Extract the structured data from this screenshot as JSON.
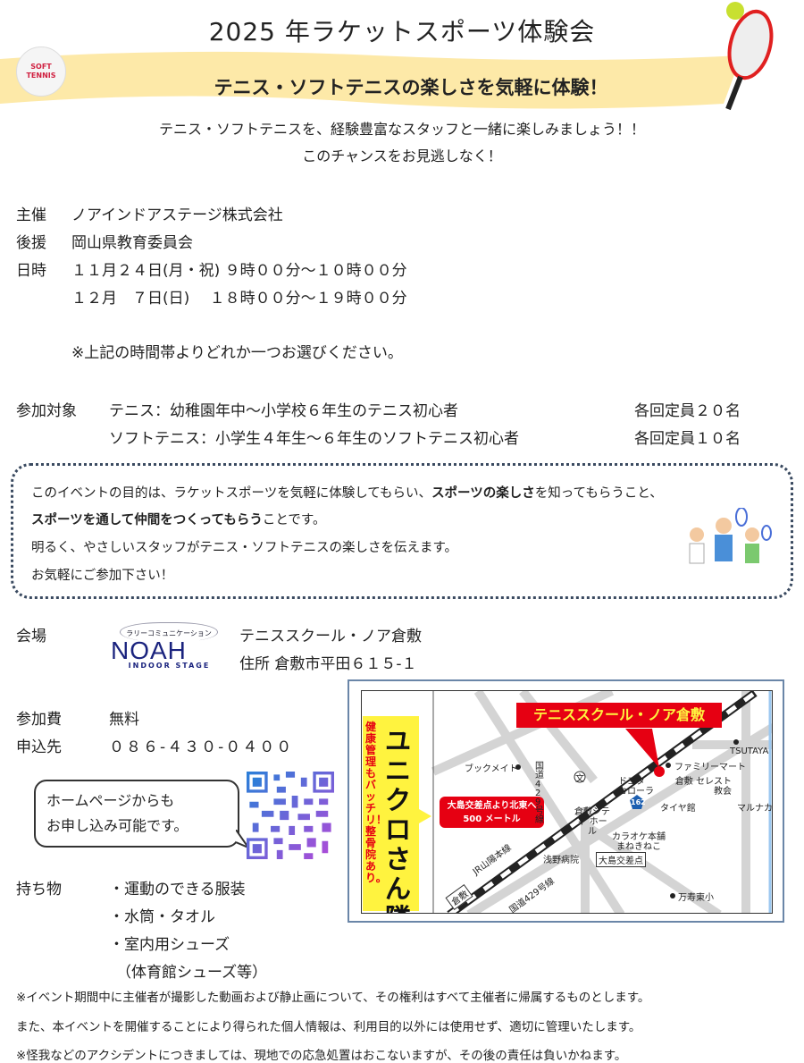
{
  "header": {
    "title": "2025 年ラケットスポーツ体験会",
    "subtitle": "テニス・ソフトテニスの楽しさを気軽に体験！",
    "ball_text": "SOFT TENNIS"
  },
  "intro": [
    "テニス・ソフトテニスを、経験豊富なスタッフと一緒に楽しみましょう！！",
    "このチャンスをお見逃しなく！"
  ],
  "details": {
    "organizer_label": "主催",
    "organizer": "ノアインドアステージ株式会社",
    "sponsor_label": "後援",
    "sponsor": "岡山県教育委員会",
    "date_label": "日時",
    "dates": [
      "１１月２４日(月・祝) ９時００分～１０時００分",
      "１２月　７日(日)　 １８時００分～１９時００分"
    ],
    "date_note": "※上記の時間帯よりどれか一つお選びください。",
    "target_label": "参加対象",
    "targets": [
      {
        "desc": "テニス：幼稚園年中～小学校６年生のテニス初心者",
        "capacity": "各回定員２０名"
      },
      {
        "desc": "ソフトテニス：小学生４年生～６年生のソフトテニス初心者",
        "capacity": "各回定員１０名"
      }
    ]
  },
  "purpose": {
    "line1a": "このイベントの目的は、ラケットスポーツを気軽に体験してもらい、",
    "line1b": "スポーツの楽しさ",
    "line1c": "を知ってもらうこと、",
    "line2a": "スポーツを通して仲間をつくってもらう",
    "line2b": "ことです。",
    "line3": "明るく、やさしいスタッフがテニス・ソフトテニスの楽しさを伝えます。",
    "line4": "お気軽にご参加下さい！"
  },
  "venue": {
    "label": "会場",
    "logo_top": "ラリーコミュニケーション",
    "logo_main": "NOAH",
    "logo_sub": "INDOOR STAGE",
    "name": "テニススクール・ノア倉敷",
    "address": "住所 倉敷市平田６１５-１"
  },
  "fee": {
    "label": "参加費",
    "value": "無料"
  },
  "apply": {
    "label": "申込先",
    "phone": "０８６-４３０-０４００",
    "bubble": [
      "ホームページからも",
      "お申し込み可能です。"
    ]
  },
  "items": {
    "label": "持ち物",
    "list": [
      "・運動のできる服装",
      "・水筒・タオル",
      "・室内用シューズ",
      "（体育館シューズ等）"
    ]
  },
  "map": {
    "title": "テニススクール・ノア倉敷",
    "side_big": "ユニクロさん隣。",
    "side_small": "健康管理もバッチリ！整骨院あり。",
    "callout": [
      "大島交差点より北東へ",
      "500 メートル"
    ],
    "labels": {
      "bookmate": "ブックメイト",
      "route429a": "国道429号線",
      "school": "文",
      "toyota": "ドヨタ カローラ",
      "family": "ファミリーマート",
      "tsutaya": "TSUTAYA",
      "celest": "倉敷 セレスト教会",
      "tire": "タイヤ館",
      "marunaka": "マルナカ",
      "route162": "162",
      "cityhall": "倉敷シティ ホール",
      "karaoke": "カラオケ本舗 まねきねこ",
      "asano": "浅野病院",
      "oshima": "大島交差点",
      "jr": "JR山陽本線",
      "kurashiki": "倉敷",
      "route429b": "国道429号線",
      "manju": "万寿東小"
    },
    "colors": {
      "red": "#e60012",
      "yellow": "#fff33f",
      "blue": "#1d5fb0"
    }
  },
  "footer": [
    "※イベント期間中に主催者が撮影した動画および静止画について、その権利はすべて主催者に帰属するものとします。",
    "また、本イベントを開催することにより得られた個人情報は、利用目的以外には使用せず、適切に管理いたします。",
    "※怪我などのアクシデントにつきましては、現地での応急処置はおこないますが、その後の責任は負いかねます。"
  ]
}
